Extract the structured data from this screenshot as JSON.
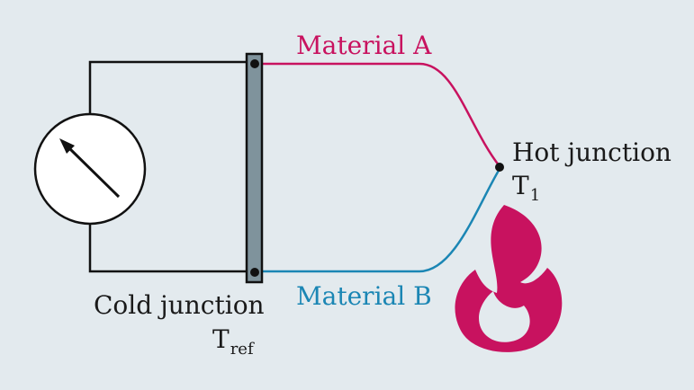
{
  "labels": {
    "material_a": "Material A",
    "material_b": "Material B",
    "hot_junction": "Hot junction",
    "hot_temp_symbol": "T",
    "hot_temp_subscript": "1",
    "cold_junction": "Cold junction",
    "cold_temp_symbol": "T",
    "cold_temp_subscript": "ref"
  },
  "colors": {
    "background": "#e3eaee",
    "material_a": "#c8125f",
    "material_b": "#1b86b4",
    "wire": "#111111",
    "terminal_block": "#7f939c",
    "flame": "#c8125f",
    "text": "#1a1a1a"
  },
  "icons": {
    "meter": "galvanometer-icon",
    "flame": "flame-icon"
  }
}
